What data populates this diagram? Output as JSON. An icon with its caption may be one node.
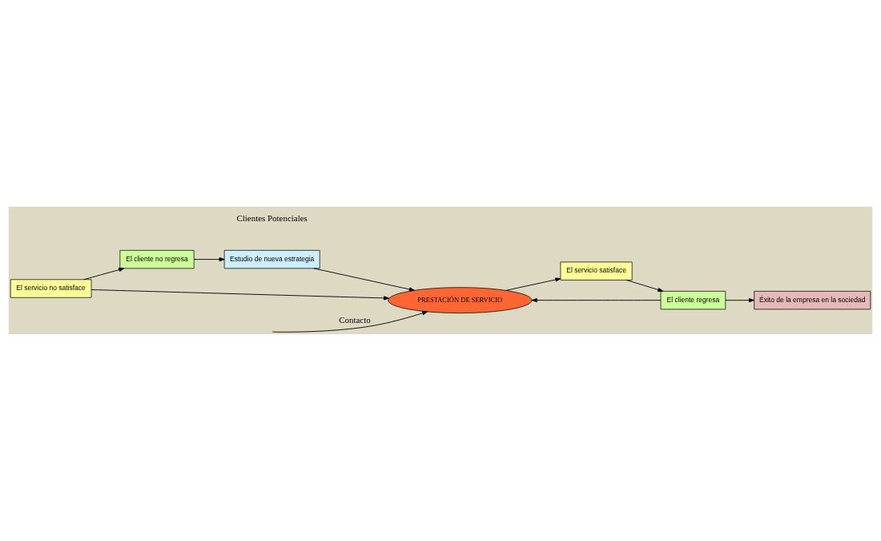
{
  "diagram": {
    "nodes": [
      {
        "text": [
          "El servicio no satisface"
        ]
      },
      {
        "text": [
          "El cliente no regresa"
        ]
      },
      {
        "text": [
          "PRESTACIÓN DE SERVICIO"
        ]
      },
      {
        "text": [
          "Estudio de nueva estrategia"
        ]
      },
      {
        "text": [
          "Éxito de la empresa en la sociedad"
        ]
      },
      {
        "text": [
          "El servicio satisface"
        ]
      },
      {
        "text": [
          "El cliente regresa"
        ]
      }
    ],
    "edges": [
      {
        "from": 0,
        "to": 1,
        "arrow": "to"
      },
      {
        "from": 0,
        "to": 2,
        "arrow": "to"
      },
      {
        "from": 1,
        "to": 3,
        "arrow": "to"
      },
      {
        "from": 3,
        "to": 2,
        "arrow": "to"
      },
      {
        "from": null,
        "to": 2,
        "arrow": "to",
        "label": "Contacto"
      },
      {
        "from": 2,
        "to": 5,
        "arrow": "to"
      },
      {
        "from": 5,
        "to": 6,
        "arrow": "to"
      },
      {
        "from": 6,
        "to": 2,
        "arrow": "to"
      },
      {
        "from": 6,
        "to": 4,
        "arrow": "to"
      }
    ],
    "labels": [
      "Clientes Potenciales"
    ]
  }
}
